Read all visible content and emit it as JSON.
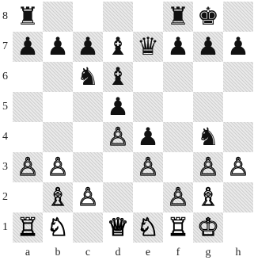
{
  "board": {
    "files": [
      "a",
      "b",
      "c",
      "d",
      "e",
      "f",
      "g",
      "h"
    ],
    "ranks": [
      "8",
      "7",
      "6",
      "5",
      "4",
      "3",
      "2",
      "1"
    ],
    "pieces": [
      {
        "square": "a8",
        "color": "black",
        "type": "rook"
      },
      {
        "square": "f8",
        "color": "black",
        "type": "rook"
      },
      {
        "square": "g8",
        "color": "black",
        "type": "king"
      },
      {
        "square": "a7",
        "color": "black",
        "type": "pawn"
      },
      {
        "square": "b7",
        "color": "black",
        "type": "pawn"
      },
      {
        "square": "c7",
        "color": "black",
        "type": "pawn"
      },
      {
        "square": "d7",
        "color": "black",
        "type": "bishop"
      },
      {
        "square": "e7",
        "color": "black",
        "type": "queen"
      },
      {
        "square": "f7",
        "color": "black",
        "type": "pawn"
      },
      {
        "square": "g7",
        "color": "black",
        "type": "pawn"
      },
      {
        "square": "h7",
        "color": "black",
        "type": "pawn"
      },
      {
        "square": "c6",
        "color": "black",
        "type": "knight"
      },
      {
        "square": "d6",
        "color": "black",
        "type": "bishop"
      },
      {
        "square": "d5",
        "color": "black",
        "type": "pawn"
      },
      {
        "square": "e4",
        "color": "black",
        "type": "pawn"
      },
      {
        "square": "g4",
        "color": "black",
        "type": "knight"
      },
      {
        "square": "d4",
        "color": "white",
        "type": "pawn"
      },
      {
        "square": "a3",
        "color": "white",
        "type": "pawn"
      },
      {
        "square": "b3",
        "color": "white",
        "type": "pawn"
      },
      {
        "square": "e3",
        "color": "white",
        "type": "pawn"
      },
      {
        "square": "g3",
        "color": "white",
        "type": "pawn"
      },
      {
        "square": "h3",
        "color": "white",
        "type": "pawn"
      },
      {
        "square": "b2",
        "color": "white",
        "type": "bishop"
      },
      {
        "square": "c2",
        "color": "white",
        "type": "pawn"
      },
      {
        "square": "f2",
        "color": "white",
        "type": "pawn"
      },
      {
        "square": "g2",
        "color": "white",
        "type": "bishop"
      },
      {
        "square": "a1",
        "color": "white",
        "type": "rook"
      },
      {
        "square": "b1",
        "color": "white",
        "type": "knight"
      },
      {
        "square": "d1",
        "color": "white",
        "type": "queen"
      },
      {
        "square": "e1",
        "color": "white",
        "type": "knight"
      },
      {
        "square": "f1",
        "color": "white",
        "type": "rook"
      },
      {
        "square": "g1",
        "color": "white",
        "type": "king"
      }
    ]
  }
}
